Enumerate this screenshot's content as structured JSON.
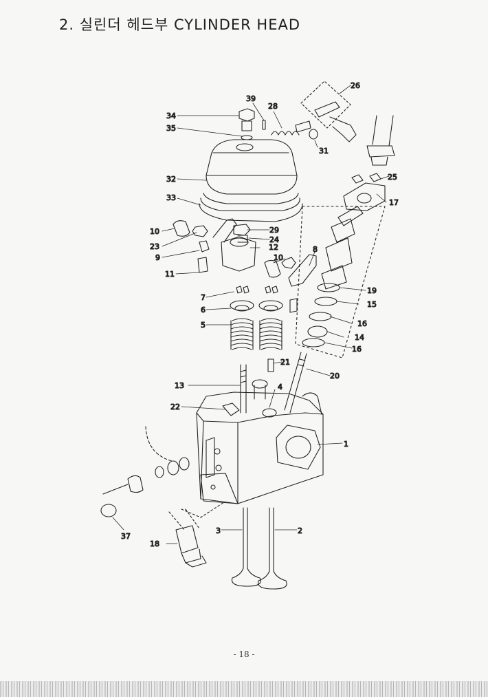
{
  "header": {
    "title": "2. 실린더 헤드부 CYLINDER HEAD"
  },
  "labels": {
    "p1": "1",
    "p2": "2",
    "p3": "3",
    "p4": "4",
    "p5": "5",
    "p6": "6",
    "p7": "7",
    "p8": "8",
    "p9": "9",
    "p10a": "10",
    "p10b": "10",
    "p11": "11",
    "p12": "12",
    "p13": "13",
    "p14": "14",
    "p15": "15",
    "p16a": "16",
    "p16b": "16",
    "p17": "17",
    "p18": "18",
    "p19": "19",
    "p20": "20",
    "p21": "21",
    "p22": "22",
    "p23": "23",
    "p24": "24",
    "p25": "25",
    "p26": "26",
    "p28": "28",
    "p29": "29",
    "p31": "31",
    "p32": "32",
    "p33": "33",
    "p34": "34",
    "p35": "35",
    "p37": "37",
    "p39": "39"
  },
  "footer": {
    "page_number": "- 18 -"
  },
  "colors": {
    "ink": "#222222",
    "paper": "#f7f7f5"
  }
}
